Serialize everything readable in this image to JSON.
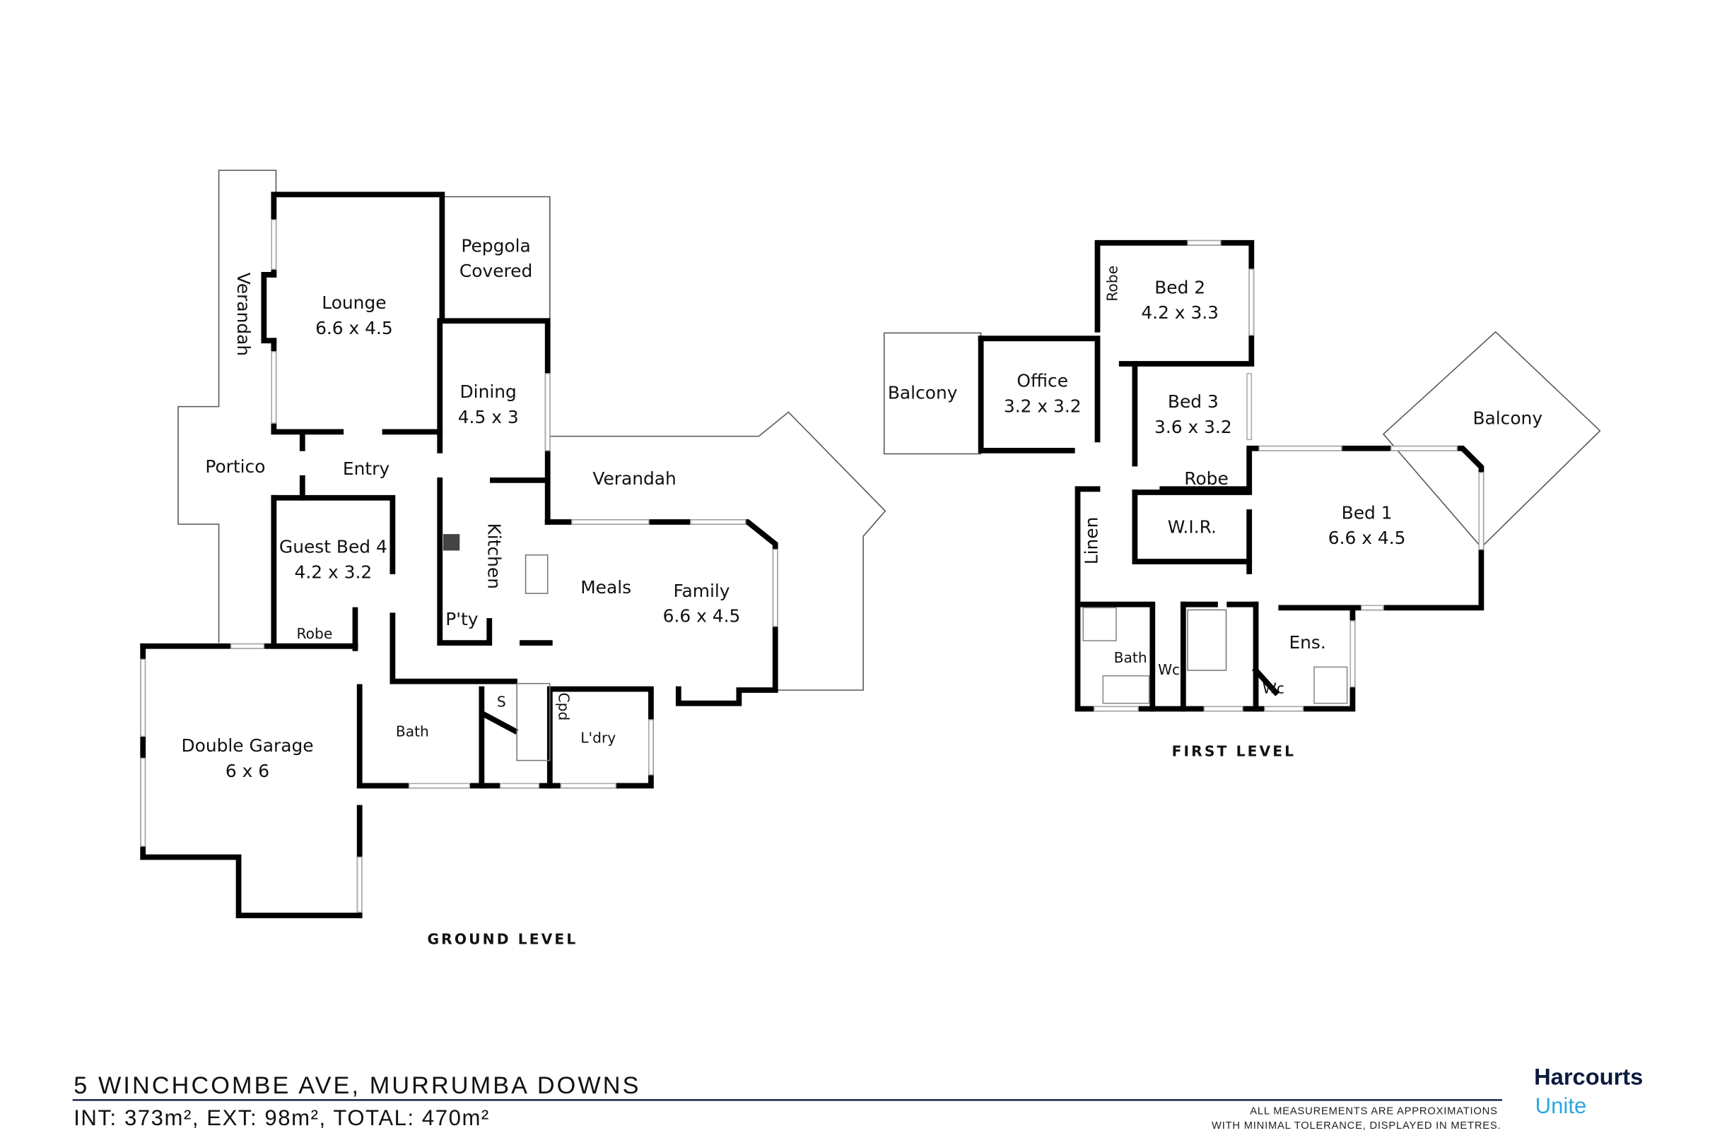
{
  "ground_level": {
    "label": "GROUND LEVEL",
    "rooms": {
      "verandah_left": "Verandah",
      "lounge": "Lounge",
      "lounge_size": "6.6 x 4.5",
      "pergola_1": "Pepgola",
      "pergola_2": "Covered",
      "dining": "Dining",
      "dining_size": "4.5 x 3",
      "portico": "Portico",
      "entry": "Entry",
      "verandah_right": "Verandah",
      "guest_bed": "Guest Bed 4",
      "guest_bed_size": "4.2 x 3.2",
      "robe": "Robe",
      "kitchen": "Kitchen",
      "pantry": "P'ty",
      "meals": "Meals",
      "family": "Family",
      "family_size": "6.6 x 4.5",
      "garage": "Double Garage",
      "garage_size": "6 x 6",
      "bath": "Bath",
      "storage": "S",
      "cupboard": "Cpd",
      "laundry": "L'dry"
    }
  },
  "first_level": {
    "label": "FIRST LEVEL",
    "rooms": {
      "balcony_left": "Balcony",
      "office": "Office",
      "office_size": "3.2 x 3.2",
      "robe_bed2": "Robe",
      "bed2": "Bed 2",
      "bed2_size": "4.2 x 3.3",
      "bed3": "Bed 3",
      "bed3_size": "3.6 x 3.2",
      "robe_bed3": "Robe",
      "wir": "W.I.R.",
      "bed1": "Bed 1",
      "bed1_size": "6.6 x 4.5",
      "balcony_right": "Balcony",
      "linen": "Linen",
      "bath": "Bath",
      "wc1": "Wc",
      "ensuite": "Ens.",
      "wc2": "Wc"
    }
  },
  "footer": {
    "address": "5 WINCHCOMBE AVE, MURRUMBA DOWNS",
    "areas": "INT: 373m², EXT: 98m², TOTAL: 470m²",
    "disclaimer_1": "ALL MEASUREMENTS ARE APPROXIMATIONS",
    "disclaimer_2": "WITH MINIMAL TOLERANCE, DISPLAYED IN METRES.",
    "logo_brand": "Harcourts",
    "logo_office": "Unite",
    "brand_color": "#0b1a3e",
    "accent_color": "#29a8e0"
  }
}
